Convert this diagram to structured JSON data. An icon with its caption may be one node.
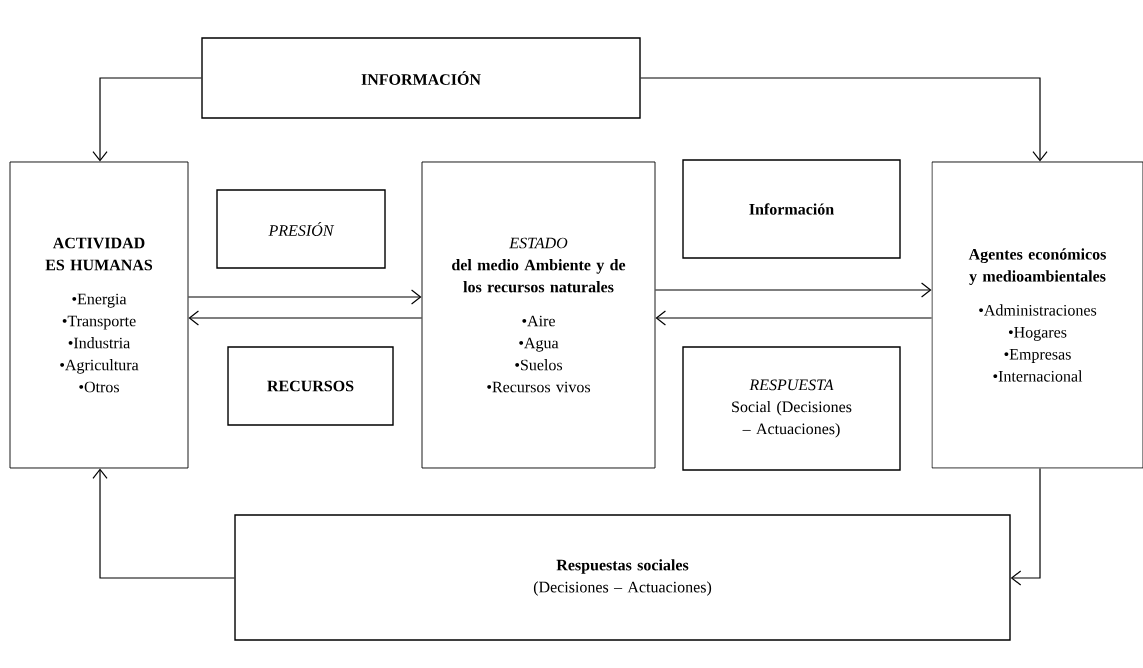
{
  "diagram": {
    "nodes": [
      {
        "text": [
          "INFORMACIÓN"
        ]
      },
      {
        "text": [
          "ACTIVIDAD ES HUMANAS",
          "•Energia",
          "•Transporte",
          "•Industria",
          "•Agricultura",
          "•Otros"
        ]
      },
      {
        "text": [
          "PRESIÓN"
        ]
      },
      {
        "text": [
          "RECURSOS"
        ]
      },
      {
        "text": [
          "ESTADO",
          "del medio Ambiente y de los recursos naturales",
          "•Aire",
          "•Agua",
          "•Suelos",
          "•Recursos vivos"
        ]
      },
      {
        "text": [
          "Información"
        ]
      },
      {
        "text": [
          "RESPUESTA",
          "Social (Decisiones – Actuaciones)"
        ]
      },
      {
        "text": [
          "Agentes económicos y medioambientales",
          "•Administraciones",
          "•Hogares",
          "•Empresas",
          "•Internacional"
        ]
      },
      {
        "text": [
          "Respuestas sociales",
          "(Decisiones – Actuaciones)"
        ]
      }
    ],
    "edges": [
      {
        "from": 0,
        "to": 1,
        "arrow": "to"
      },
      {
        "from": 0,
        "to": 7,
        "arrow": "to"
      },
      {
        "from": 1,
        "to": 4,
        "arrow": "to"
      },
      {
        "from": 4,
        "to": 1,
        "arrow": "to"
      },
      {
        "from": 4,
        "to": 7,
        "arrow": "to"
      },
      {
        "from": 7,
        "to": 4,
        "arrow": "to"
      },
      {
        "from": 7,
        "to": 8,
        "arrow": "to"
      },
      {
        "from": 8,
        "to": 1,
        "arrow": "to"
      }
    ]
  }
}
